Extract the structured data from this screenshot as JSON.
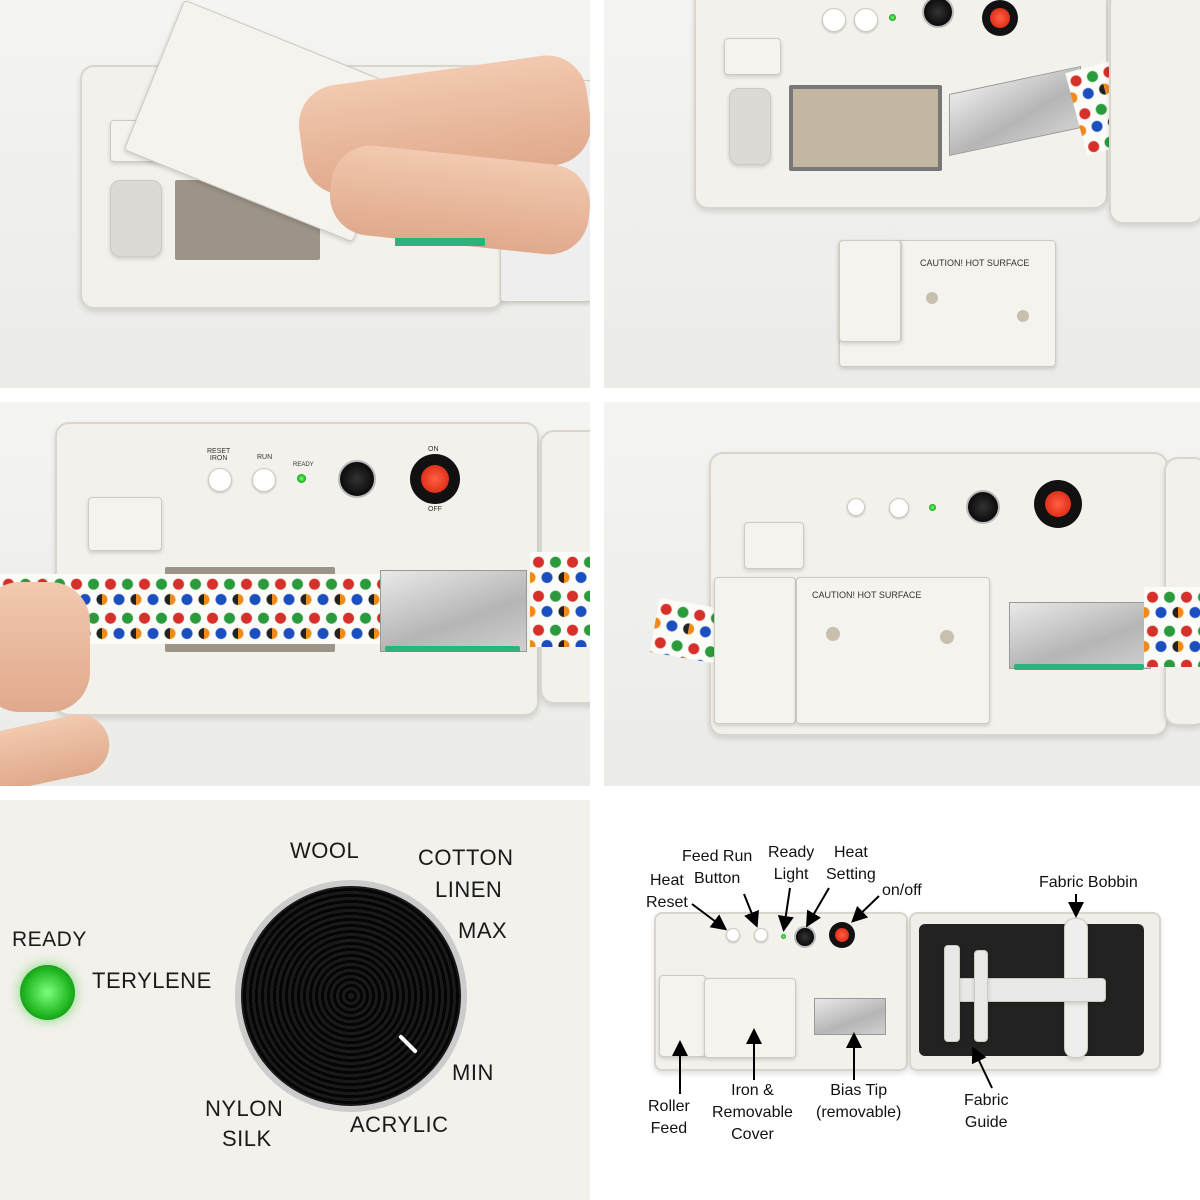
{
  "panel_2": {
    "cover_label": "CAUTION! HOT SURFACE"
  },
  "panel_3": {
    "reset_label": "RESET\nIRON",
    "run_label": "RUN",
    "ready_label": "READY",
    "on_label": "ON",
    "off_label": "OFF"
  },
  "panel_4": {
    "cover_label": "CAUTION! HOT SURFACE"
  },
  "panel_5": {
    "ready": "READY",
    "terylene": "TERYLENE",
    "wool": "WOOL",
    "cotton": "COTTON",
    "linen": "LINEN",
    "max": "MAX",
    "min": "MIN",
    "nylon": "NYLON",
    "silk": "SILK",
    "acrylic": "ACRYLIC"
  },
  "panel_6": {
    "feed_run_button": "Feed Run\nButton",
    "heat_reset": "Heat\nReset",
    "ready_light": "Ready\nLight",
    "heat_setting": "Heat\nSetting",
    "on_off": "on/off",
    "fabric_bobbin": "Fabric Bobbin",
    "roller_feed": "Roller\nFeed",
    "iron_cover": "Iron &\nRemovable\nCover",
    "bias_tip": "Bias Tip\n(removable)",
    "fabric_guide": "Fabric\nGuide"
  },
  "colors": {
    "indicator_green": "#1fb51f",
    "switch_red": "#e0301c",
    "background": "#ffffff"
  }
}
